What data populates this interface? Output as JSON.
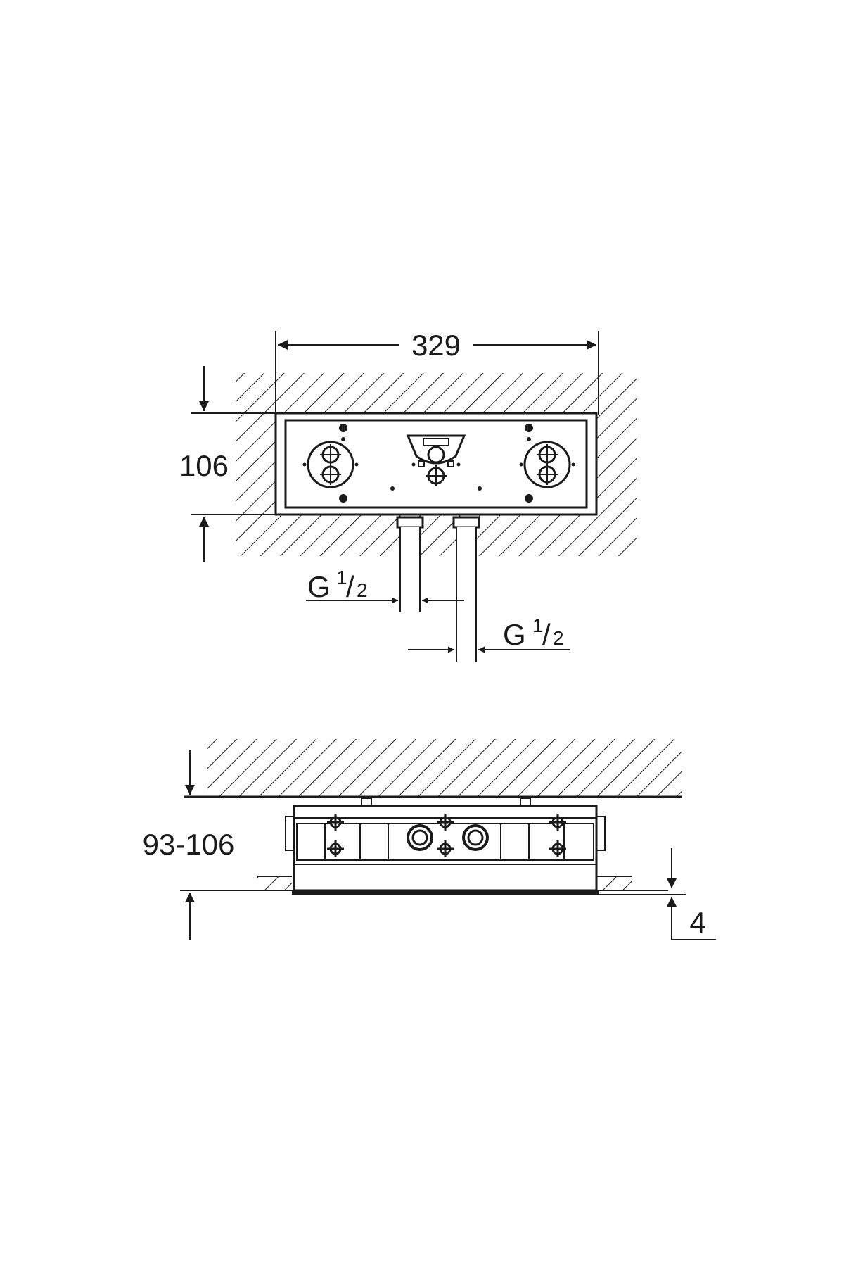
{
  "top_view": {
    "width_dim": "329",
    "height_dim": "106",
    "thread_left": {
      "letter": "G",
      "num": "1",
      "slash": "/",
      "den": "2"
    },
    "thread_right": {
      "letter": "G",
      "num": "1",
      "slash": "/",
      "den": "2"
    }
  },
  "side_view": {
    "depth_dim": "93-106",
    "offset_dim": "4"
  }
}
